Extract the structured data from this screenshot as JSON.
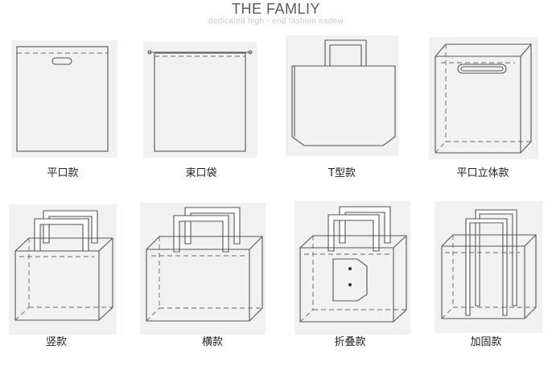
{
  "header": {
    "title": "THE FAMLIY",
    "subtitle": "dedicated high - end fashion eadew"
  },
  "bags": [
    {
      "label": "平口款"
    },
    {
      "label": "束口袋"
    },
    {
      "label": "T型款"
    },
    {
      "label": "平口立体款"
    },
    {
      "label": "竖款"
    },
    {
      "label": "横款"
    },
    {
      "label": "折叠款"
    },
    {
      "label": "加固款"
    }
  ]
}
